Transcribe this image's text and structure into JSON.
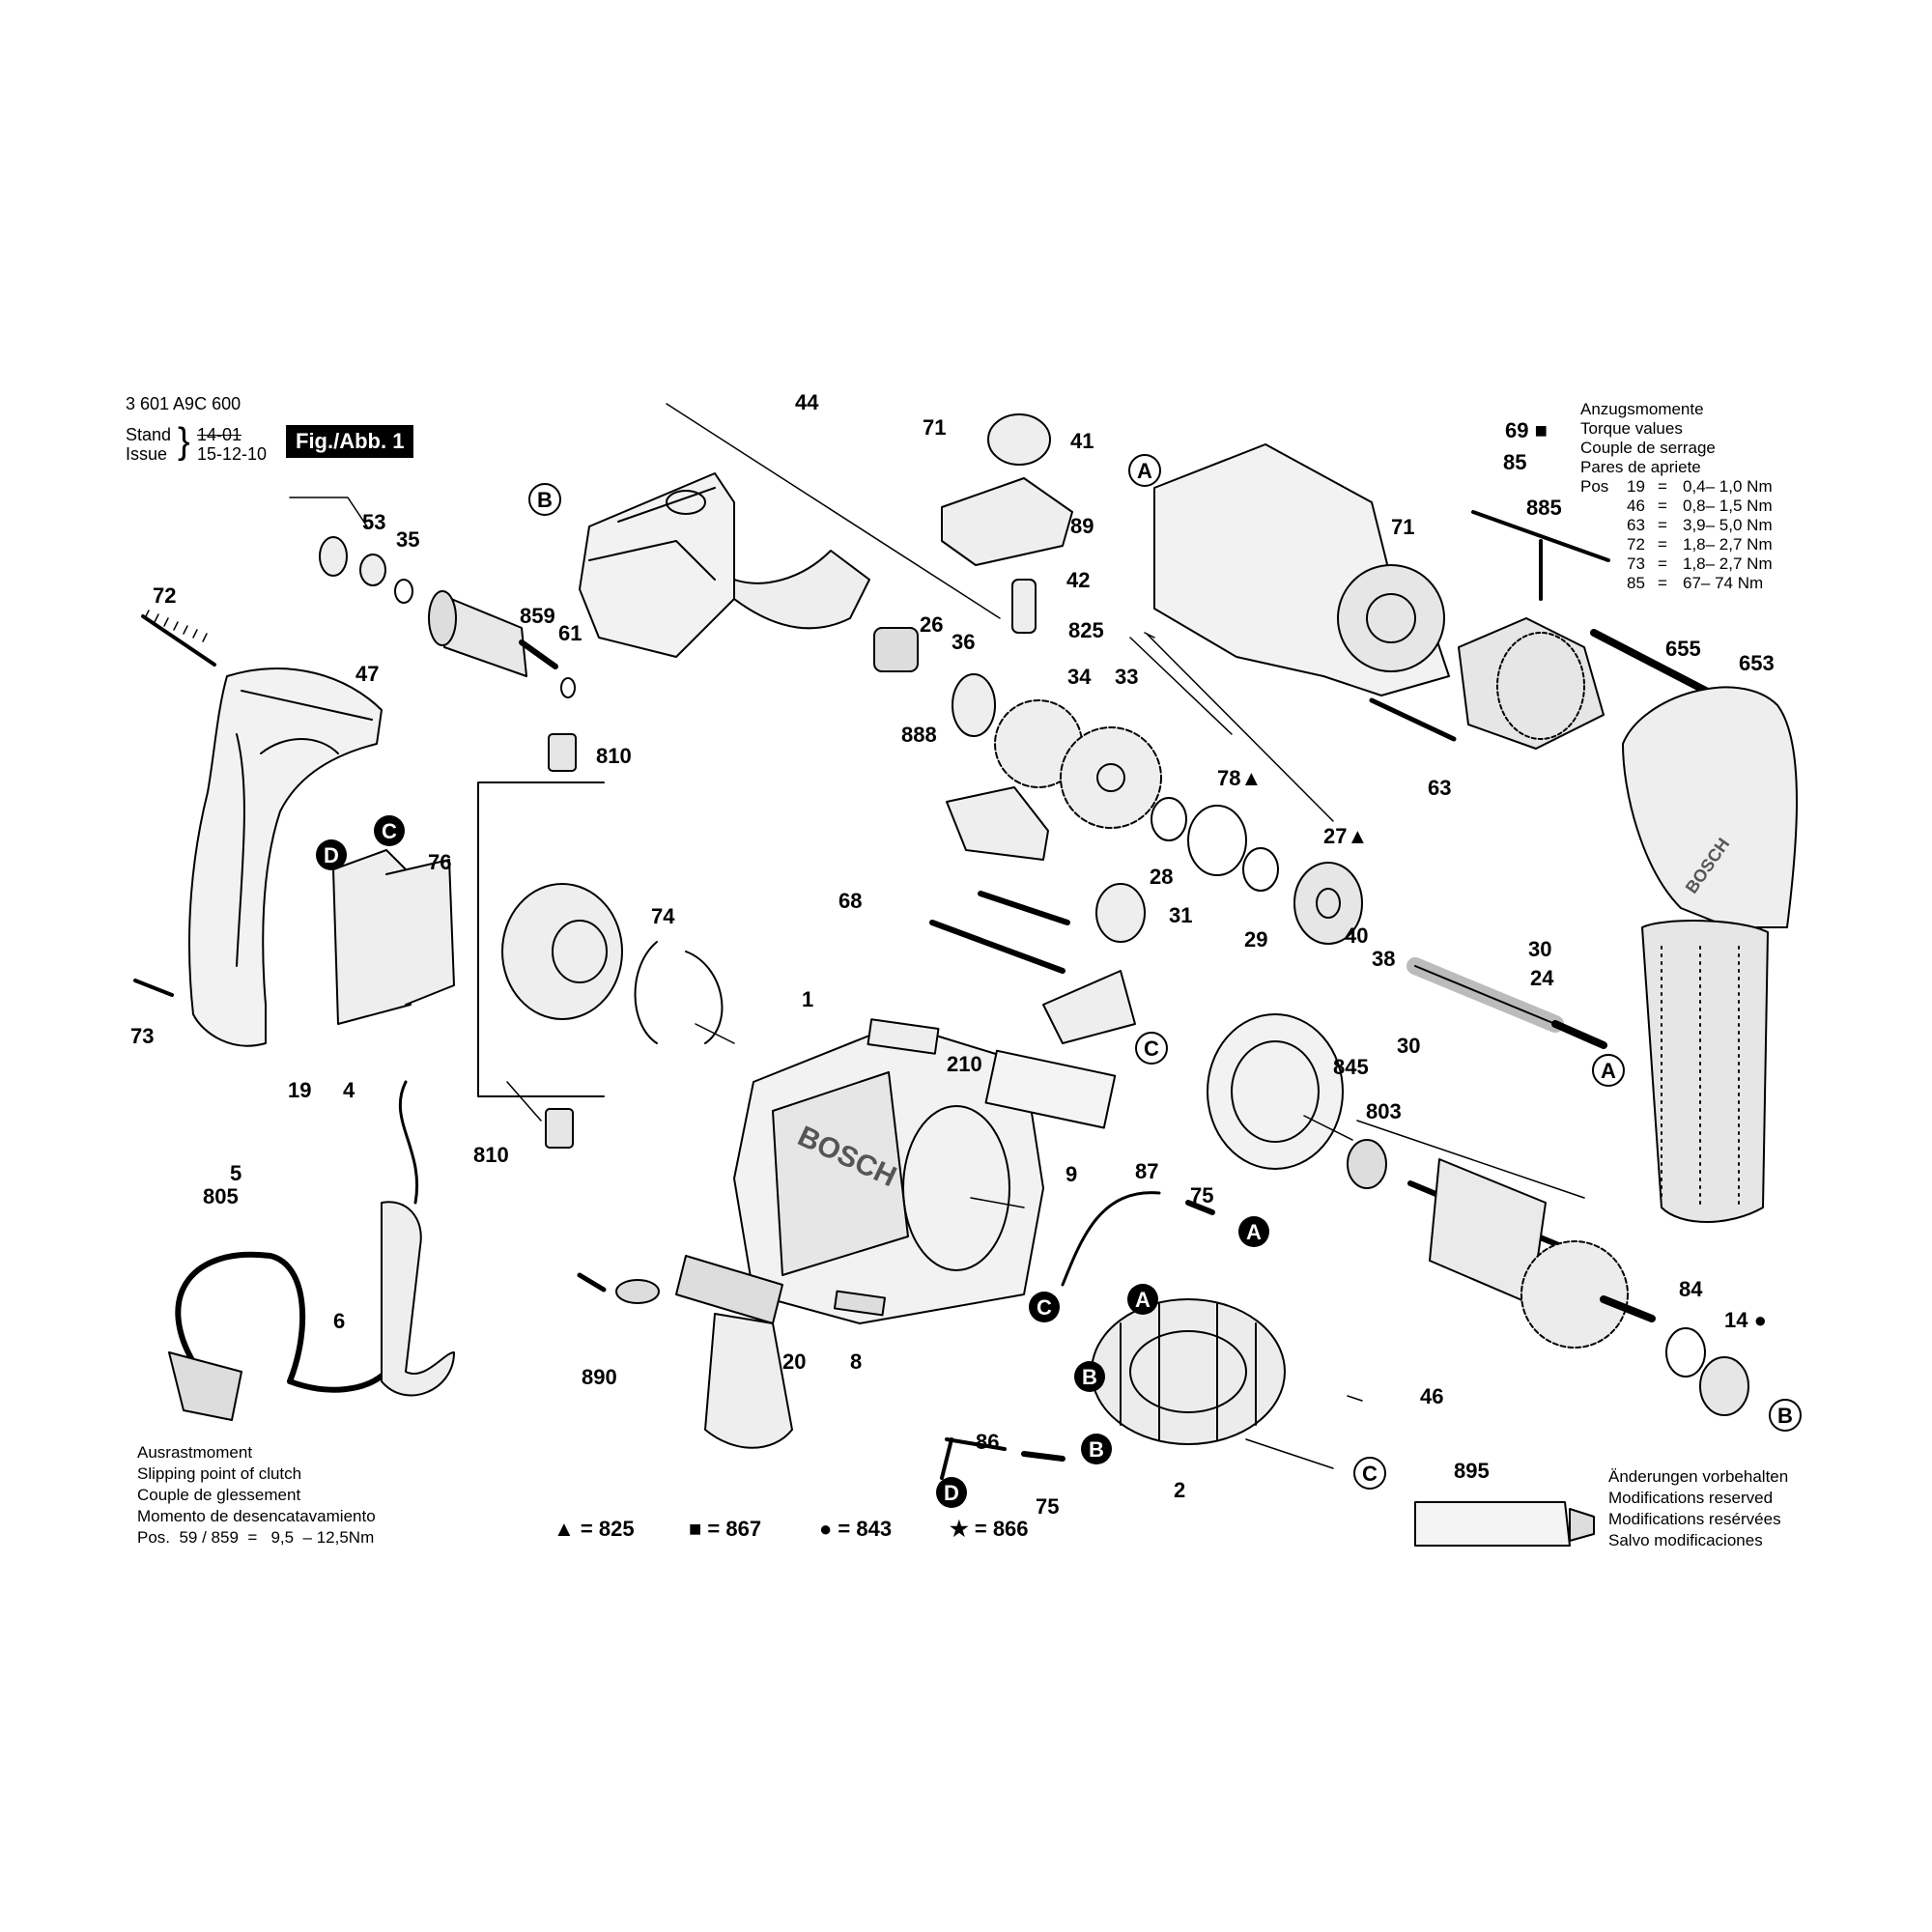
{
  "header": {
    "part_number": "3 601 A9C 600",
    "stand_label": "Stand",
    "issue_label": "Issue",
    "stand_value": "14-01",
    "issue_value": "15-12-10",
    "fig_label": "Fig./Abb. 1"
  },
  "torque": {
    "titles": [
      "Anzugsmomente",
      "Torque values",
      "Couple de serrage",
      "Pares de apriete"
    ],
    "pos_label": "Pos",
    "rows": [
      {
        "pos": "19",
        "eq": "=",
        "val": "0,4– 1,0 Nm"
      },
      {
        "pos": "46",
        "eq": "=",
        "val": "0,8– 1,5 Nm"
      },
      {
        "pos": "63",
        "eq": "=",
        "val": "3,9– 5,0 Nm"
      },
      {
        "pos": "72",
        "eq": "=",
        "val": "1,8– 2,7 Nm"
      },
      {
        "pos": "73",
        "eq": "=",
        "val": "1,8– 2,7 Nm"
      },
      {
        "pos": "85",
        "eq": "=",
        "val": "67– 74 Nm"
      }
    ]
  },
  "clutch": {
    "lines": [
      "Ausrastmoment",
      "Slipping point of clutch",
      "Couple de glessement",
      "Momento de desencatavamiento"
    ],
    "pos_line": "Pos.  59 / 859  =   9,5  – 12,5Nm"
  },
  "modifications": {
    "lines": [
      "Änderungen vorbehalten",
      "Modifications reserved",
      "Modifications resérvées",
      "Salvo modificaciones"
    ]
  },
  "legend": [
    {
      "symbol": "▲",
      "text": "= 825"
    },
    {
      "symbol": "■",
      "text": "= 867"
    },
    {
      "symbol": "●",
      "text": "= 843"
    },
    {
      "symbol": "★",
      "text": "= 866"
    }
  ],
  "brand": "BOSCH",
  "callouts": [
    "1",
    "2",
    "4",
    "5",
    "6",
    "8",
    "9",
    "14 ●",
    "19",
    "20",
    "24",
    "26",
    "27▲",
    "28",
    "29",
    "30",
    "30",
    "31",
    "33",
    "34",
    "35",
    "36",
    "38",
    "40",
    "41",
    "42",
    "44",
    "46",
    "47",
    "53",
    "61",
    "63",
    "68",
    "69 ■",
    "71",
    "71",
    "72",
    "73",
    "74",
    "75",
    "75",
    "76",
    "78▲",
    "84",
    "85",
    "86",
    "87",
    "89",
    "210",
    "653",
    "655",
    "803",
    "805",
    "810",
    "810",
    "825",
    "845",
    "859",
    "885",
    "888",
    "890",
    "895"
  ],
  "markers": [
    "A",
    "A",
    "A",
    "A",
    "B",
    "B",
    "B",
    "B",
    "C",
    "C",
    "C",
    "C",
    "D",
    "D"
  ]
}
